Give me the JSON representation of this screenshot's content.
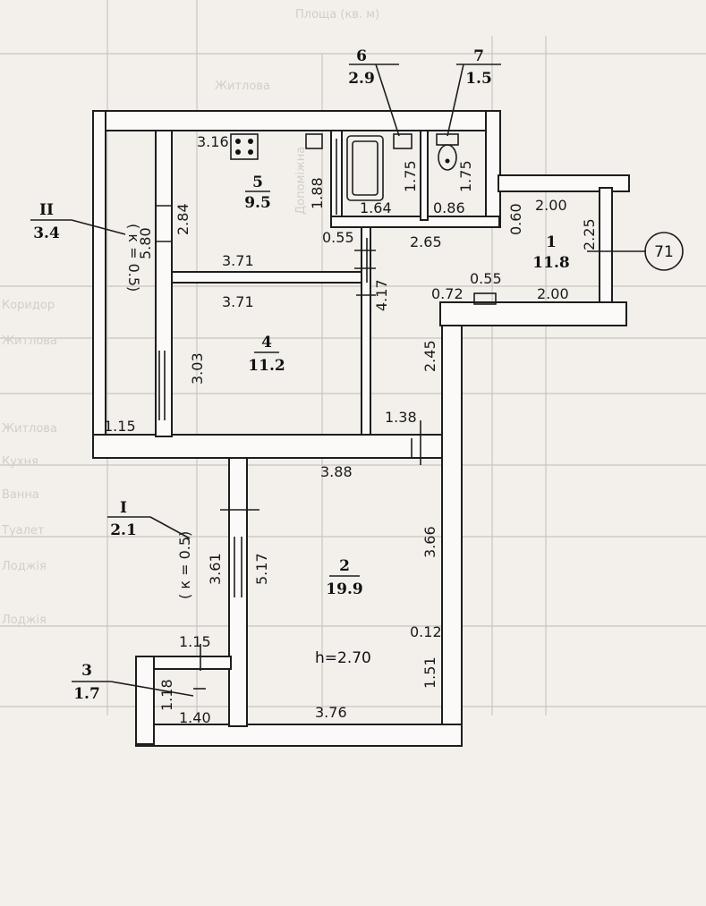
{
  "background_table": {
    "header_fragments": [
      "Площа (кв. м)",
      "Житлова",
      "Допоміжна"
    ],
    "row_fragments": [
      "Коридор",
      "Житлова",
      "Житлова",
      "Кухня",
      "Ванна",
      "Туалет",
      "Лоджія",
      "Лоджія"
    ]
  },
  "rooms": {
    "r1": {
      "number": "1",
      "area": "11.8"
    },
    "r2": {
      "number": "2",
      "area": "19.9"
    },
    "r3": {
      "number": "3",
      "area": "1.7"
    },
    "r4": {
      "number": "4",
      "area": "11.2"
    },
    "r5": {
      "number": "5",
      "area": "9.5"
    },
    "r6": {
      "number": "6",
      "area": "2.9"
    },
    "r7": {
      "number": "7",
      "area": "1.5"
    },
    "balcony1": {
      "number": "I",
      "area": "2.1"
    },
    "balcony2": {
      "number": "II",
      "area": "3.4"
    }
  },
  "balcony_coeff": "( к = 0.5)",
  "height": "h=2.70",
  "marker": "71",
  "stove_dim": "3.16",
  "dims": {
    "d_2_84": "2.84",
    "d_5_80": "5.80",
    "d_1_88": "1.88",
    "d_1_75a": "1.75",
    "d_1_75b": "1.75",
    "d_1_64": "1.64",
    "d_0_86": "0.86",
    "d_0_60": "0.60",
    "d_2_00a": "2.00",
    "d_2_25": "2.25",
    "d_0_55a": "0.55",
    "d_2_65": "2.65",
    "d_3_71a": "3.71",
    "d_3_71b": "3.71",
    "d_4_17": "4.17",
    "d_0_55b": "0.55",
    "d_0_72": "0.72",
    "d_2_00b": "2.00",
    "d_3_03": "3.03",
    "d_2_45": "2.45",
    "d_1_15a": "1.15",
    "d_1_38": "1.38",
    "d_3_88": "3.88",
    "d_3_61": "3.61",
    "d_5_17": "5.17",
    "d_3_66": "3.66",
    "d_1_15b": "1.15",
    "d_0_12": "0.12",
    "d_1_51": "1.51",
    "d_1_18": "1.18",
    "d_1_40": "1.40",
    "d_3_76": "3.76"
  }
}
